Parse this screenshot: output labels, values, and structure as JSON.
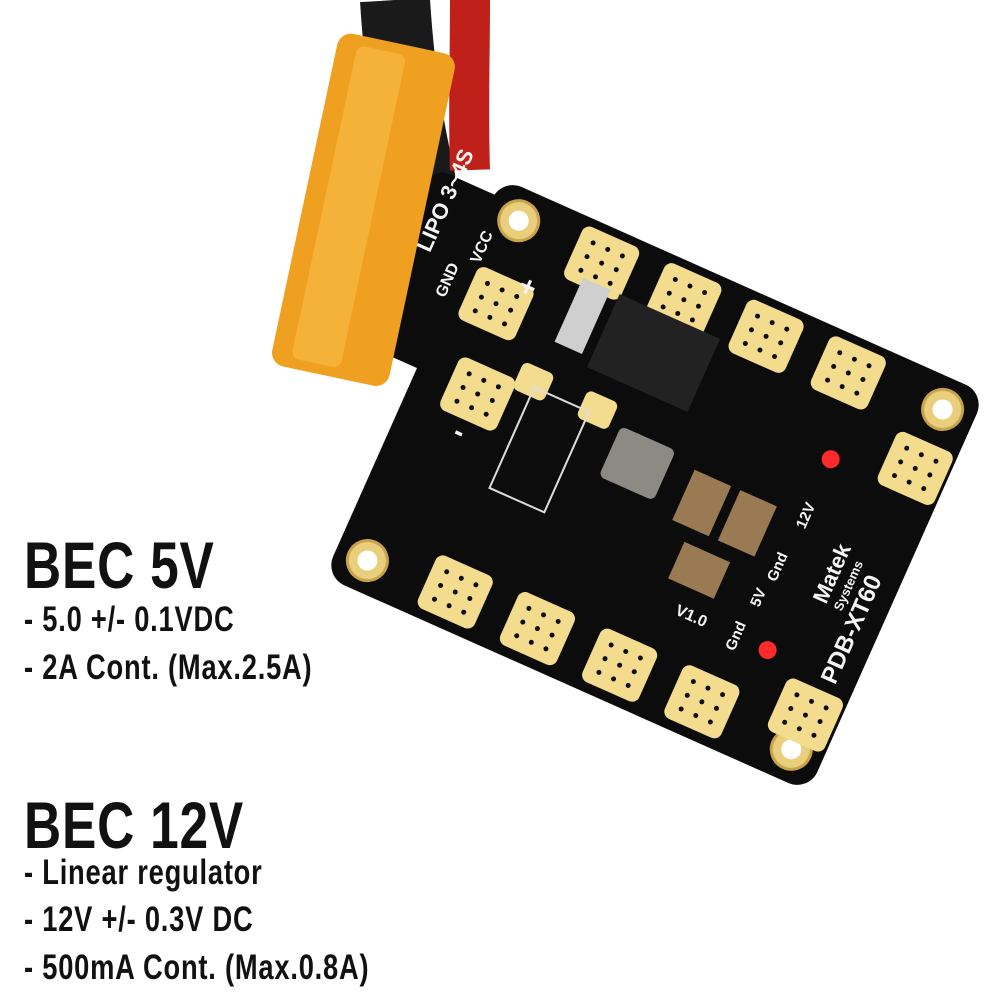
{
  "specs": {
    "bec5": {
      "title": "BEC 5V",
      "lines": [
        "- 5.0 +/- 0.1VDC",
        "- 2A Cont. (Max.2.5A)"
      ]
    },
    "bec12": {
      "title": "BEC 12V",
      "lines": [
        "- Linear regulator",
        "- 12V +/- 0.3V DC",
        "- 500mA Cont. (Max.0.8A)"
      ]
    }
  },
  "board": {
    "lipo": "LIPO 3~4S",
    "vcc": "VCC",
    "gnd": "GND",
    "v12": "12V",
    "gnd2": "Gnd",
    "v5": "5V",
    "gnd3": "Gnd",
    "version": "V1.0",
    "brand": "Matek",
    "brand_sub": "Systems",
    "model": "PDB-XT60",
    "plus": "+",
    "minus": "-"
  },
  "colors": {
    "pcb": "#0c0c0c",
    "pad": "#f3dc8e",
    "connector": "#f0a020",
    "led": "#ff2a2a",
    "text": "#111111"
  }
}
